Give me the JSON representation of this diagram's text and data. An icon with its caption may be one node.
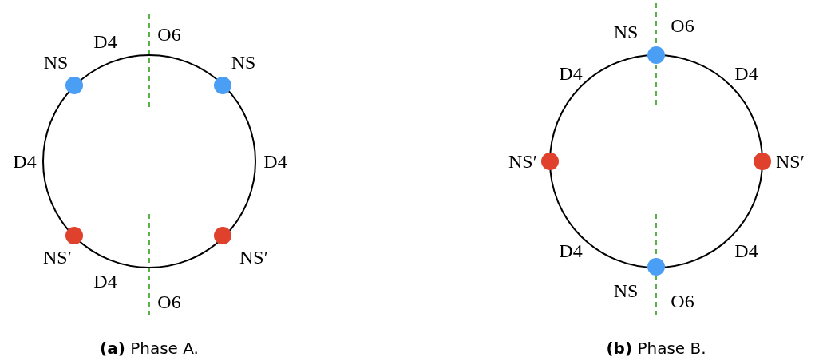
{
  "diagram": {
    "labels": [
      "D4",
      "O6",
      "NS",
      "NS",
      "D4",
      "D4",
      "NS′",
      "NS′",
      "D4",
      "O6",
      "**(a)** Phase A.",
      "NS",
      "O6",
      "D4",
      "D4",
      "NS′",
      "NS′",
      "D4",
      "D4",
      "NS",
      "O6",
      "**(b)** Phase B."
    ]
  }
}
